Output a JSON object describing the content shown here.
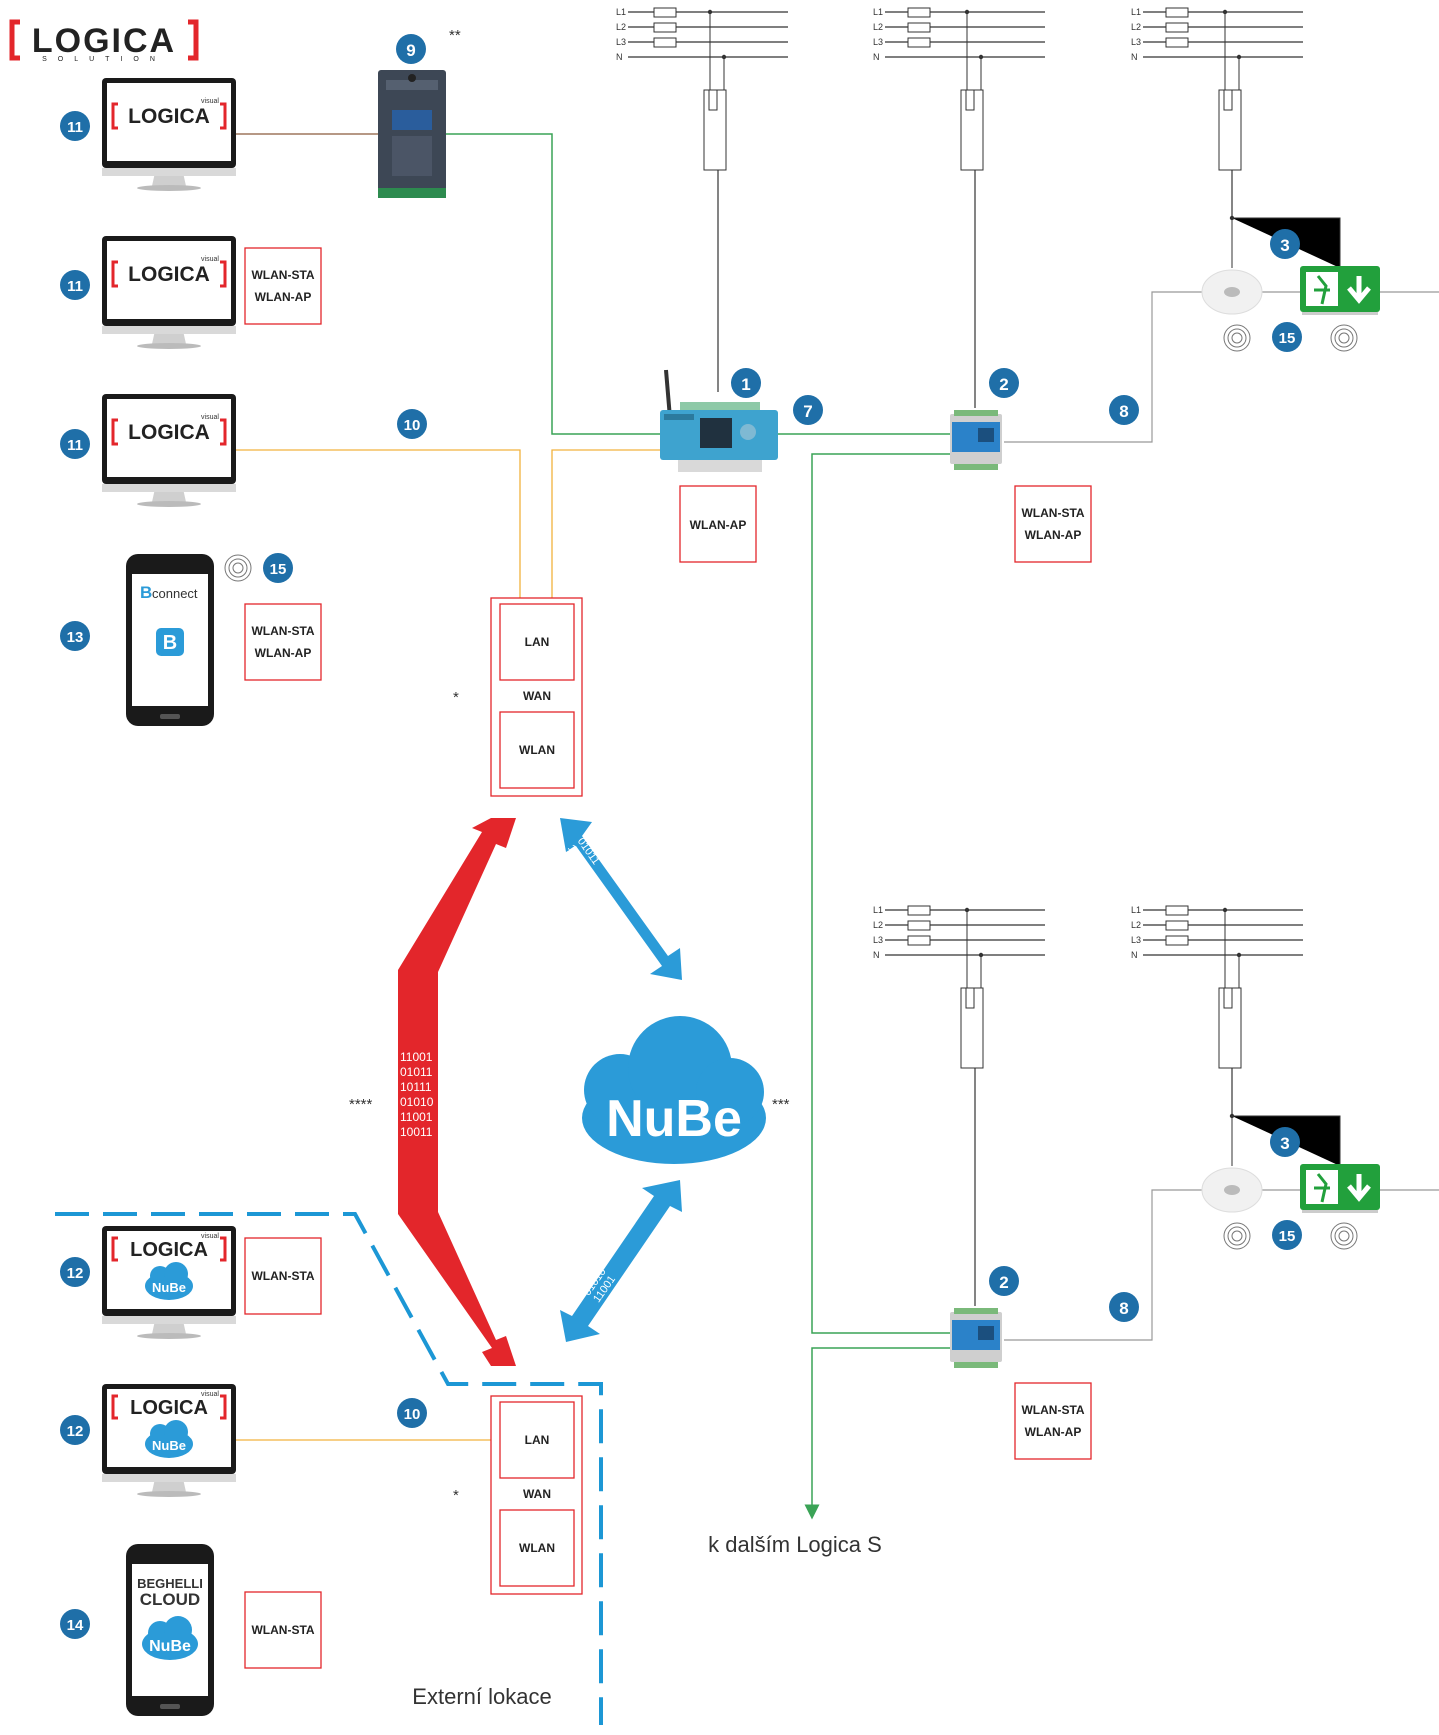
{
  "logo": {
    "brand": "LOGICA",
    "sub": "SOLUTION"
  },
  "badges": {
    "n1": "1",
    "n2": "2",
    "n3": "3",
    "n7": "7",
    "n8": "8",
    "n9": "9",
    "n10": "10",
    "n11": "11",
    "n12": "12",
    "n13": "13",
    "n14": "14",
    "n15": "15"
  },
  "notes": {
    "a1": "*",
    "a2": "**",
    "a3": "***",
    "a4": "****"
  },
  "wlan": {
    "sta": "WLAN-STA",
    "ap": "WLAN-AP"
  },
  "router": {
    "lan": "LAN",
    "wan": "WAN",
    "wlan": "WLAN"
  },
  "screens": {
    "logica": "LOGICA",
    "visual": "visual",
    "nube": "NuBe"
  },
  "phones": {
    "bconnect": "connect",
    "beghelli": "BEGHELLI",
    "cloud": "CLOUD"
  },
  "lines": {
    "l1": "L1",
    "l2": "L2",
    "l3": "L3",
    "n": "N"
  },
  "cloud": {
    "label": "NuBe"
  },
  "binary": [
    "11001",
    "01011",
    "10111",
    "01010",
    "11001",
    "10011"
  ],
  "captions": {
    "next": "k dalším Logica S",
    "external": "Externí lokace"
  },
  "colors": {
    "badge": "#1f6fa8",
    "red": "#e3262b",
    "blue": "#2b9bd8",
    "green": "#3aa356",
    "orange": "#f2b23d",
    "dashed": "#1c97d5",
    "exit": "#22a03c"
  }
}
